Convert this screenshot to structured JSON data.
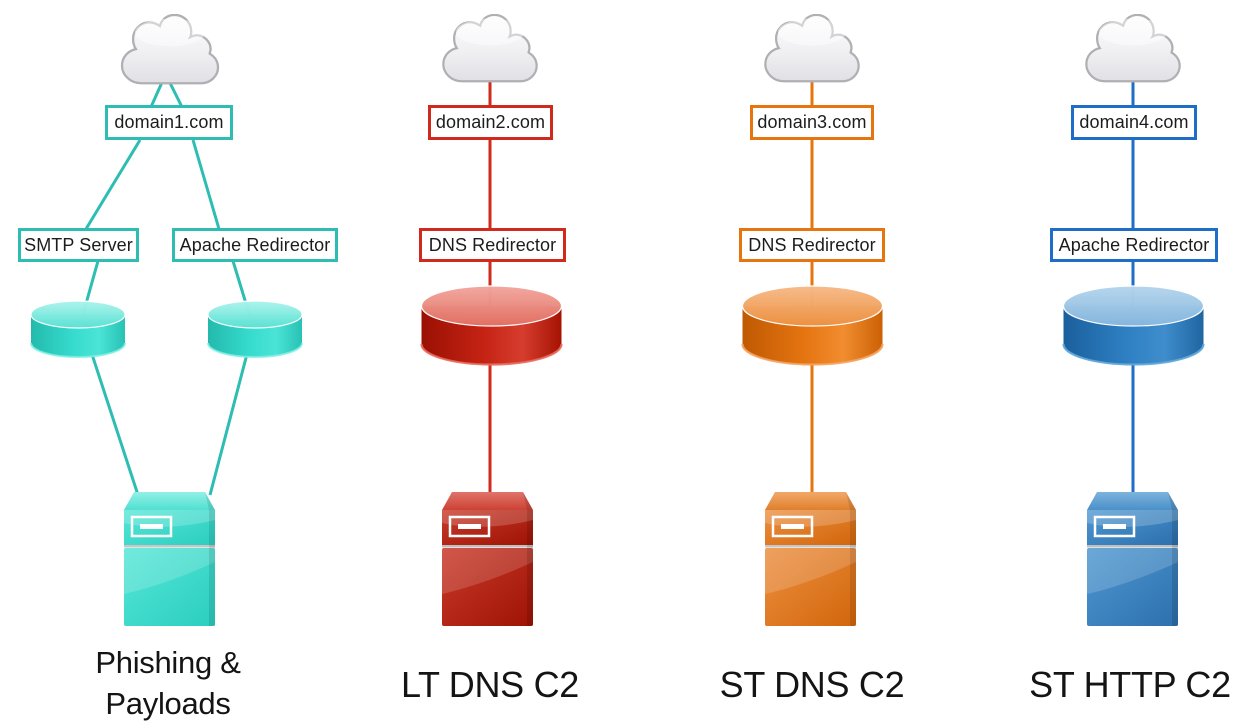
{
  "diagram": {
    "columns": [
      {
        "id": "phishing-payloads",
        "accent_color": "#2DBDB2",
        "cloud": "internet",
        "domain": "domain1.com",
        "middle_nodes": [
          "SMTP Server",
          "Apache Redirector"
        ],
        "label_lines": [
          "Phishing &",
          "Payloads"
        ]
      },
      {
        "id": "lt-dns-c2",
        "accent_color": "#CF2A1B",
        "cloud": "internet",
        "domain": "domain2.com",
        "middle_nodes": [
          "DNS Redirector"
        ],
        "label_lines": [
          "LT DNS C2"
        ]
      },
      {
        "id": "st-dns-c2",
        "accent_color": "#E6750F",
        "cloud": "internet",
        "domain": "domain3.com",
        "middle_nodes": [
          "DNS Redirector"
        ],
        "label_lines": [
          "ST DNS C2"
        ]
      },
      {
        "id": "st-http-c2",
        "accent_color": "#1E6EC8",
        "cloud": "internet",
        "domain": "domain4.com",
        "middle_nodes": [
          "Apache Redirector"
        ],
        "label_lines": [
          "ST HTTP C2"
        ]
      }
    ]
  }
}
